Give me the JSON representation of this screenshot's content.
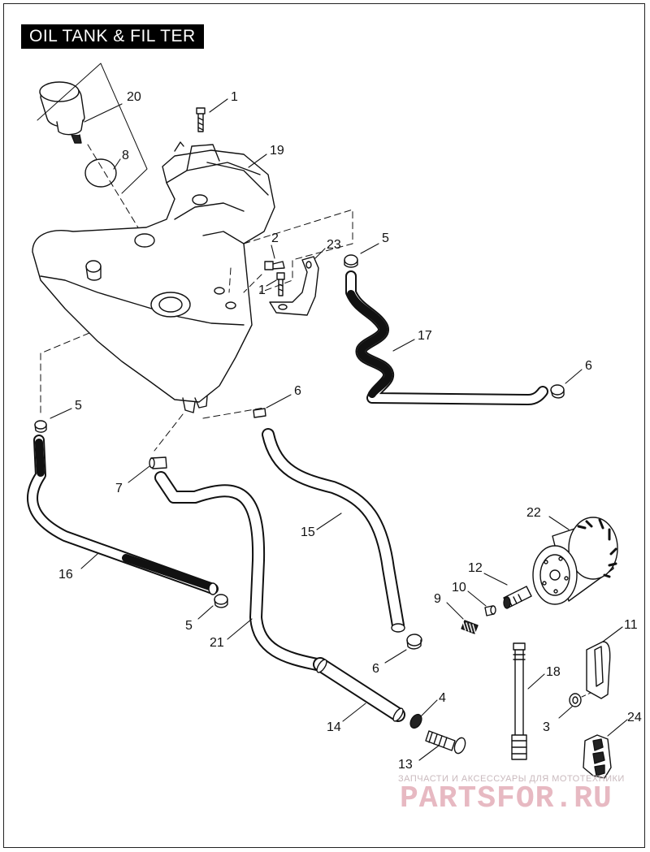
{
  "title": "OIL TANK & FIL TER",
  "watermark": {
    "line1": "ЗАПЧАСТИ И АКСЕССУАРЫ ДЛЯ МОТОТЕХНИКИ",
    "line2": "PARTSFOR.RU"
  },
  "callouts": [
    {
      "id": "c1a",
      "label": "1"
    },
    {
      "id": "c1b",
      "label": "1"
    },
    {
      "id": "c2",
      "label": "2"
    },
    {
      "id": "c3",
      "label": "3"
    },
    {
      "id": "c4",
      "label": "4"
    },
    {
      "id": "c5a",
      "label": "5"
    },
    {
      "id": "c5b",
      "label": "5"
    },
    {
      "id": "c5c",
      "label": "5"
    },
    {
      "id": "c6a",
      "label": "6"
    },
    {
      "id": "c6b",
      "label": "6"
    },
    {
      "id": "c6c",
      "label": "6"
    },
    {
      "id": "c7",
      "label": "7"
    },
    {
      "id": "c8",
      "label": "8"
    },
    {
      "id": "c9",
      "label": "9"
    },
    {
      "id": "c10",
      "label": "10"
    },
    {
      "id": "c11",
      "label": "11"
    },
    {
      "id": "c12",
      "label": "12"
    },
    {
      "id": "c13",
      "label": "13"
    },
    {
      "id": "c14",
      "label": "14"
    },
    {
      "id": "c15",
      "label": "15"
    },
    {
      "id": "c16",
      "label": "16"
    },
    {
      "id": "c17",
      "label": "17"
    },
    {
      "id": "c18",
      "label": "18"
    },
    {
      "id": "c19",
      "label": "19"
    },
    {
      "id": "c20",
      "label": "20"
    },
    {
      "id": "c21",
      "label": "21"
    },
    {
      "id": "c22",
      "label": "22"
    },
    {
      "id": "c23",
      "label": "23"
    },
    {
      "id": "c24",
      "label": "24"
    }
  ]
}
